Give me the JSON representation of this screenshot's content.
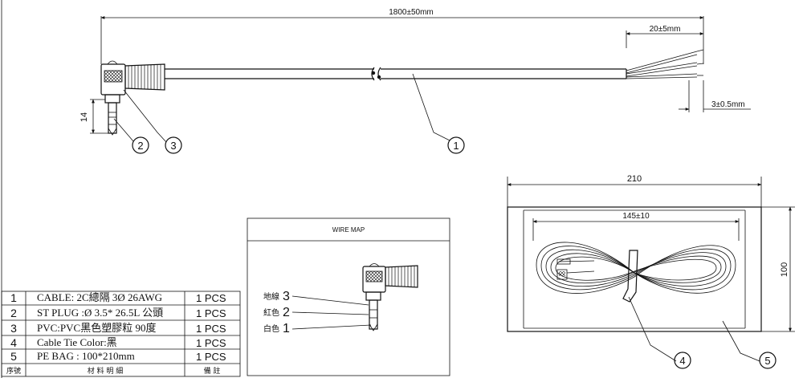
{
  "dimensions": {
    "total_length": "1800±50mm",
    "strip_length": "20±5mm",
    "tin_length": "3±0.5mm",
    "plug_height": "14",
    "bag_width": "210",
    "coil_width": "145±10",
    "bag_height": "100"
  },
  "callouts": [
    "1",
    "2",
    "3",
    "4",
    "5"
  ],
  "wire_map": {
    "title": "WIRE MAP",
    "labels": [
      {
        "name": "地線",
        "num": "3"
      },
      {
        "name": "紅色",
        "num": "2"
      },
      {
        "name": "白色",
        "num": "1"
      }
    ]
  },
  "bom": {
    "rows": [
      {
        "no": "1",
        "desc": "CABLE: 2C總隔 3Ø 26AWG",
        "qty": "1 PCS"
      },
      {
        "no": "2",
        "desc": "ST PLUG :Ø 3.5* 26.5L 公頭",
        "qty": "1 PCS"
      },
      {
        "no": "3",
        "desc": "PVC:PVC黑色塑膠粒 90度",
        "qty": "1 PCS"
      },
      {
        "no": "4",
        "desc": "Cable Tie Color:黑",
        "qty": "1 PCS"
      },
      {
        "no": "5",
        "desc": "PE BAG : 100*210mm",
        "qty": "1 PCS"
      }
    ],
    "header": {
      "no": "序號",
      "desc": "材 料 明 細",
      "qty": "備 註"
    }
  }
}
